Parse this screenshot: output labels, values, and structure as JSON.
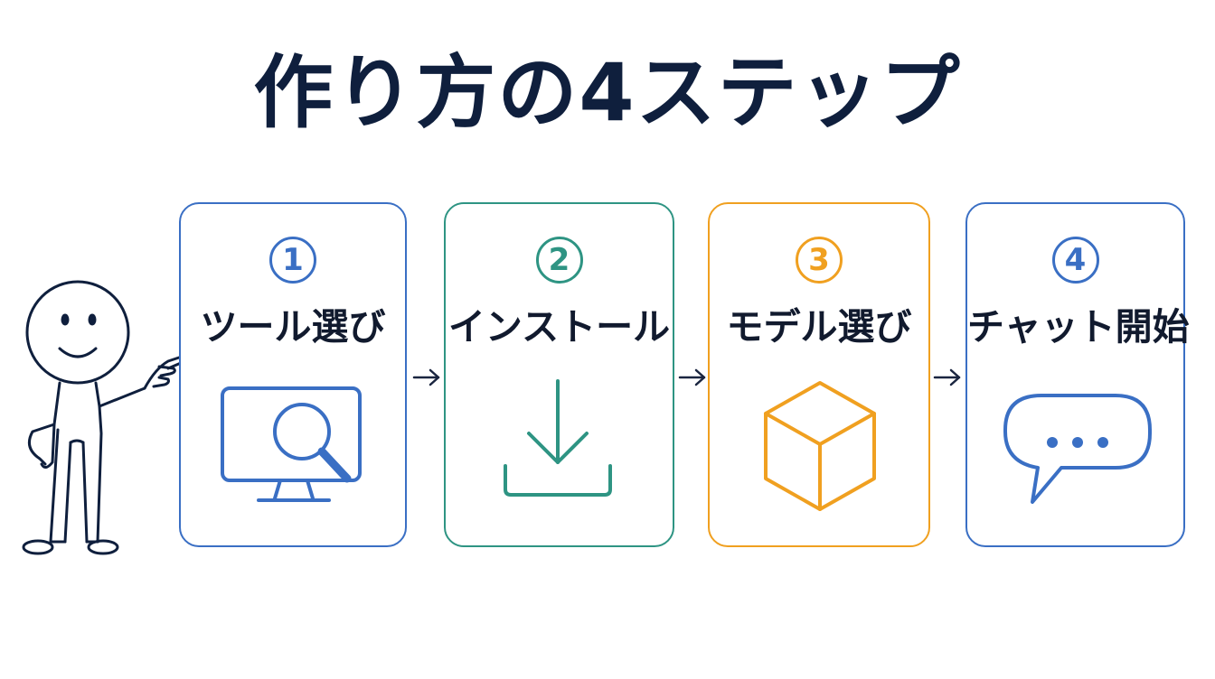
{
  "title": "作り方の4ステップ",
  "steps": [
    {
      "number": "1",
      "label": "ツール選び",
      "icon": "monitor-search-icon",
      "color": "#3a6fc4"
    },
    {
      "number": "2",
      "label": "インストール",
      "icon": "download-icon",
      "color": "#2e9483"
    },
    {
      "number": "3",
      "label": "モデル選び",
      "icon": "cube-icon",
      "color": "#f0a020"
    },
    {
      "number": "4",
      "label": "チャット開始",
      "icon": "chat-bubble-icon",
      "color": "#3a6fc4"
    }
  ],
  "colors": {
    "title": "#0f1f3d",
    "text": "#111a2e",
    "arrow": "#1a2540",
    "figure": "#0f1f3d"
  }
}
